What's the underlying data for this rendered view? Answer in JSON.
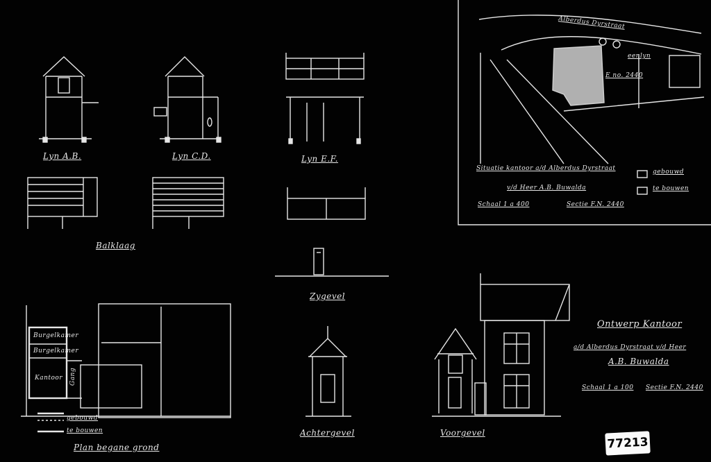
{
  "labels": {
    "section_ab": "Lyn A.B.",
    "section_cd": "Lyn C.D.",
    "section_ef": "Lyn E.F.",
    "roof": "Balklaag",
    "side_elevation": "Zygevel",
    "rear_elevation": "Achtergevel",
    "front_elevation": "Voorgevel",
    "ground_plan": "Plan begane grond",
    "legend_existing": "gebouwd",
    "legend_new": "te bouwen"
  },
  "plan_rooms": {
    "room1": "Burgelkamer",
    "room2": "Burgelkamer",
    "room3": "Kantoor",
    "corridor": "Gang"
  },
  "situation": {
    "street": "Alberdus Dyrstraat",
    "neighbor": "eenlyn",
    "parcel": "E no. 2440",
    "title": "Situatie kantoor a/d Alberdus Dyrstraat",
    "owner_line": "v/d Heer A.B. Buwalda",
    "scale": "Schaal 1 a 400",
    "section": "Sectie F.N. 2440",
    "legend_existing": "gebouwd",
    "legend_new": "te bouwen"
  },
  "title_block": {
    "title": "Ontwerp Kantoor",
    "subtitle": "a/d Alberdus Dyrstraat v/d Heer",
    "owner": "A.B. Buwalda",
    "scale": "Schaal 1 a 100",
    "section": "Sectie F.N. 2440"
  },
  "archive_number": "77213"
}
